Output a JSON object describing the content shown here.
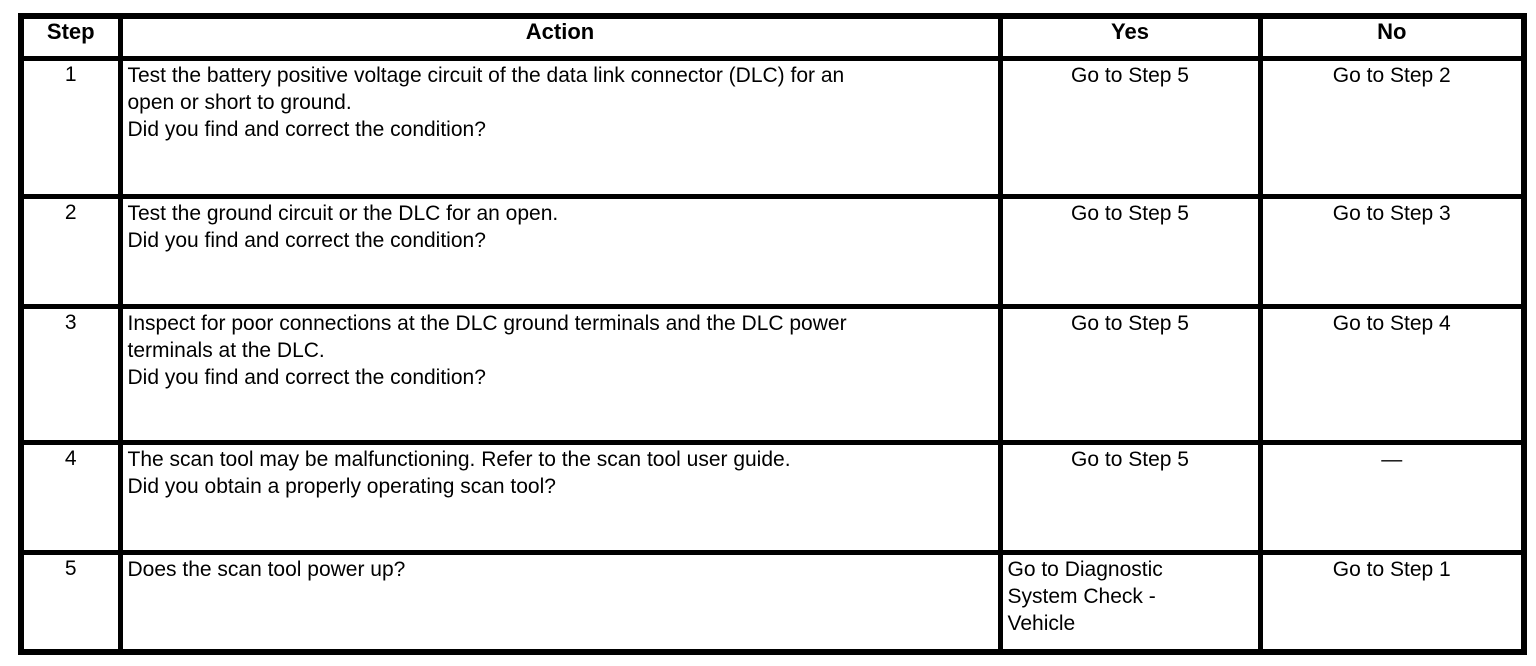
{
  "table": {
    "headers": {
      "step": "Step",
      "action": "Action",
      "yes": "Yes",
      "no": "No"
    },
    "rows": [
      {
        "step": "1",
        "description": "Test the battery positive voltage circuit of the data link connector (DLC) for an\nopen or short to ground.",
        "question": "Did you find and correct the condition?",
        "yes": "Go to Step 5",
        "no": "Go to Step 2"
      },
      {
        "step": "2",
        "description": "Test the ground circuit or the DLC for an open.",
        "question": "Did you find and correct the condition?",
        "yes": "Go to Step 5",
        "no": "Go to Step 3"
      },
      {
        "step": "3",
        "description": "Inspect for poor connections at the DLC ground terminals and the DLC power\nterminals at the DLC.",
        "question": "Did you find and correct the condition?",
        "yes": "Go to Step 5",
        "no": "Go to Step 4"
      },
      {
        "step": "4",
        "description": "The scan tool may be malfunctioning. Refer to the scan tool user guide.",
        "question": "Did you obtain a properly operating scan tool?",
        "yes": "Go to Step 5",
        "no": "—"
      },
      {
        "step": "5",
        "description": "Does the scan tool power up?",
        "question": "",
        "yes": "Go to Diagnostic\nSystem Check -\nVehicle",
        "no": "Go to Step 1"
      }
    ]
  }
}
